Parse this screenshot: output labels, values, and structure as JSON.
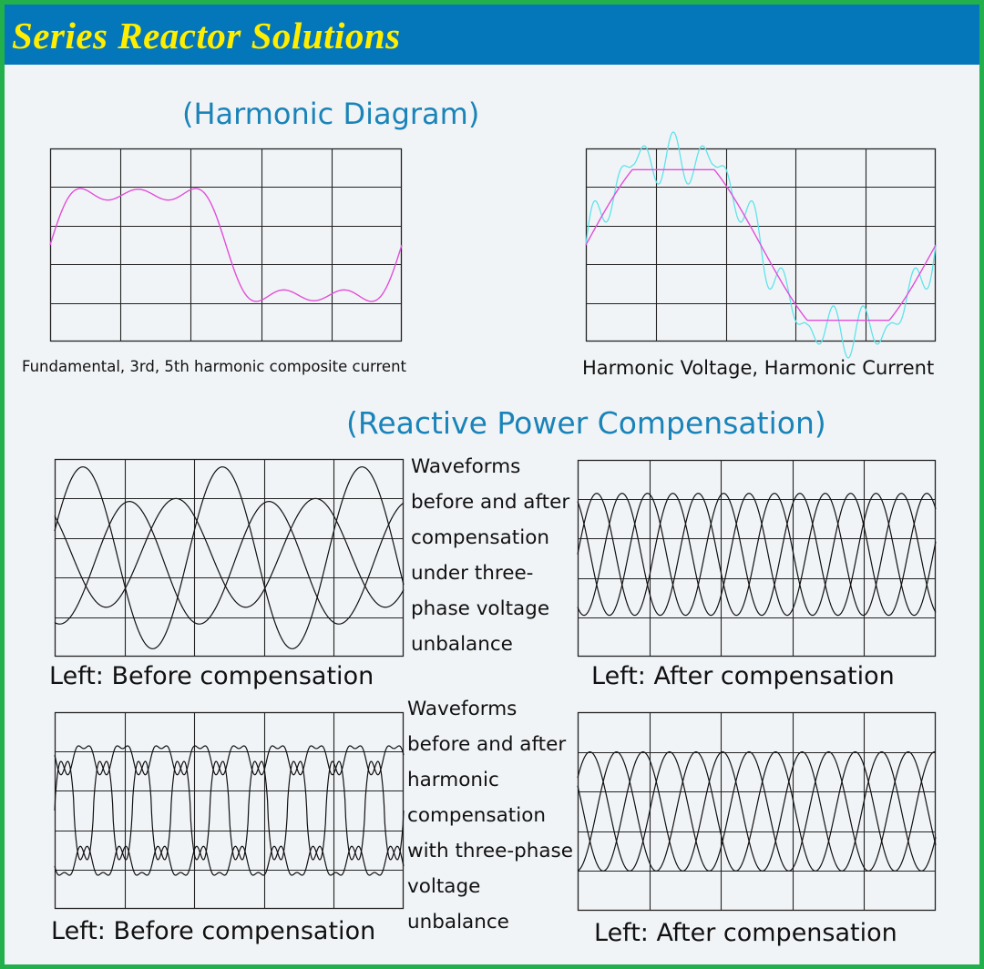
{
  "header": {
    "title": "Series Reactor Solutions"
  },
  "sections": {
    "harmonic_title": "(Harmonic Diagram)",
    "reactive_title": "(Reactive Power Compensation)"
  },
  "panels": {
    "composite_current_caption": "Fundamental, 3rd, 5th harmonic composite current",
    "harmonic_vi_caption": "Harmonic Voltage, Harmonic Current",
    "unbalance_before_caption": "Left: Before compensation",
    "unbalance_after_caption": "Left: After compensation",
    "harmonic_before_caption": "Left: Before compensation",
    "harmonic_after_caption": "Left: After compensation"
  },
  "descriptions": {
    "unbalance": [
      "Waveforms",
      "before and after",
      "compensation",
      "under three-",
      "phase voltage",
      "unbalance"
    ],
    "harmonic": [
      "Waveforms",
      "before and after",
      "harmonic",
      "compensation",
      "with three-phase",
      "voltage",
      "unbalance"
    ]
  },
  "colors": {
    "background": "#f1f4f7",
    "border": "#21b04b",
    "header": "#0477bb",
    "title_text": "#ffee00",
    "section_title": "#1a84b9",
    "composite_wave": "#e14fd9",
    "harmonic_current_wave": "#5ee3ea",
    "phase_wave": "#111111"
  }
}
